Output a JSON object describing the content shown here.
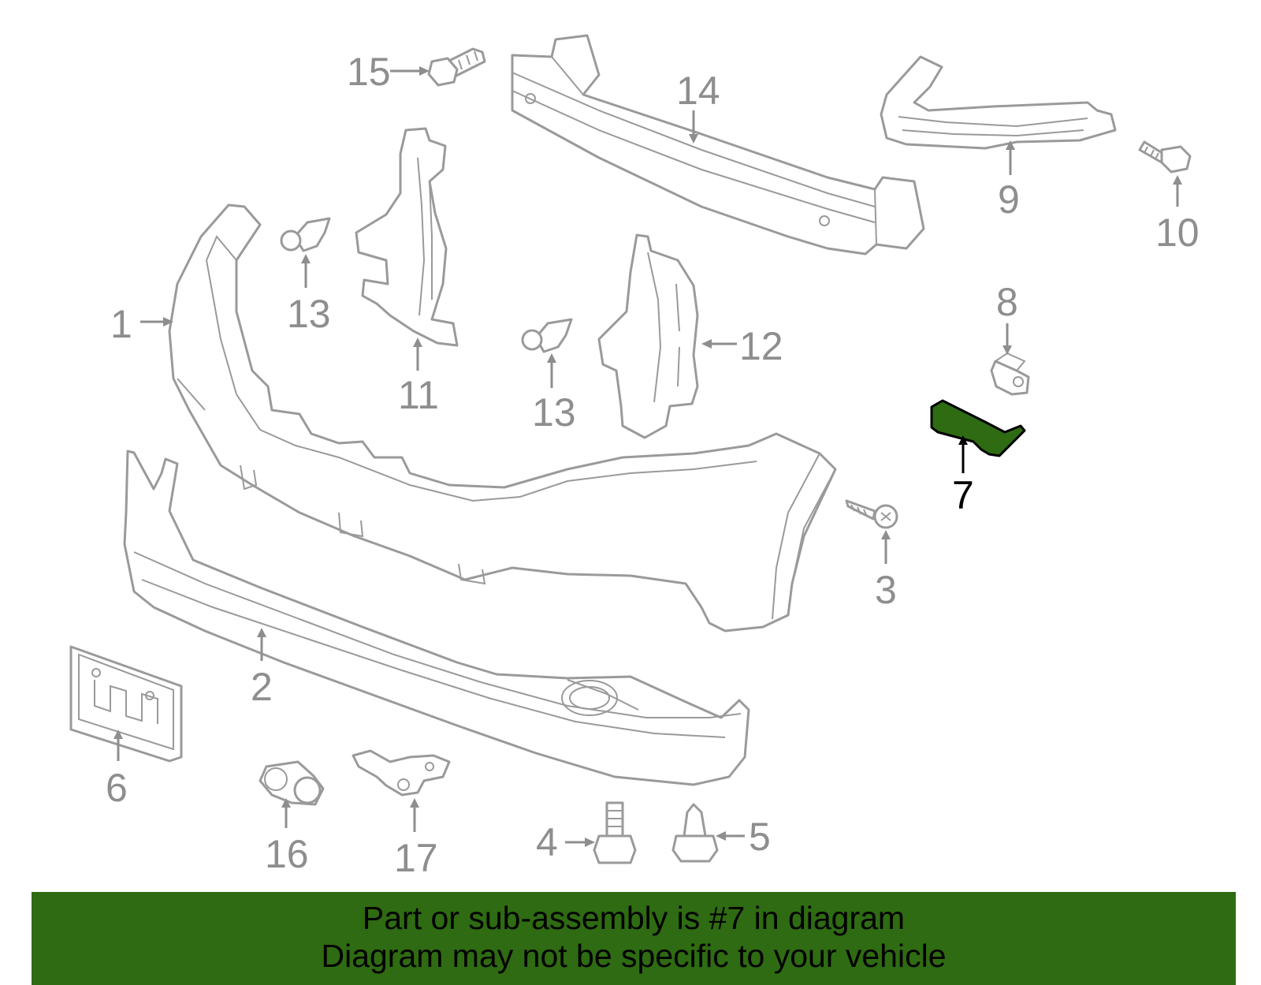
{
  "diagram": {
    "callouts": {
      "p1": "1",
      "p2": "2",
      "p3": "3",
      "p4": "4",
      "p5": "5",
      "p6": "6",
      "p7": "7",
      "p8": "8",
      "p9": "9",
      "p10": "10",
      "p11": "11",
      "p12": "12",
      "p13a": "13",
      "p13b": "13",
      "p14": "14",
      "p15": "15",
      "p16": "16",
      "p17": "17"
    },
    "highlighted_part": "7",
    "colors": {
      "highlight": "#2e6b12",
      "parts": "#9a9a9a",
      "callouts": "#8e8e8e"
    }
  },
  "banner": {
    "line1": "Part or sub-assembly is #7 in diagram",
    "line2": "Diagram may not be specific to your vehicle"
  }
}
